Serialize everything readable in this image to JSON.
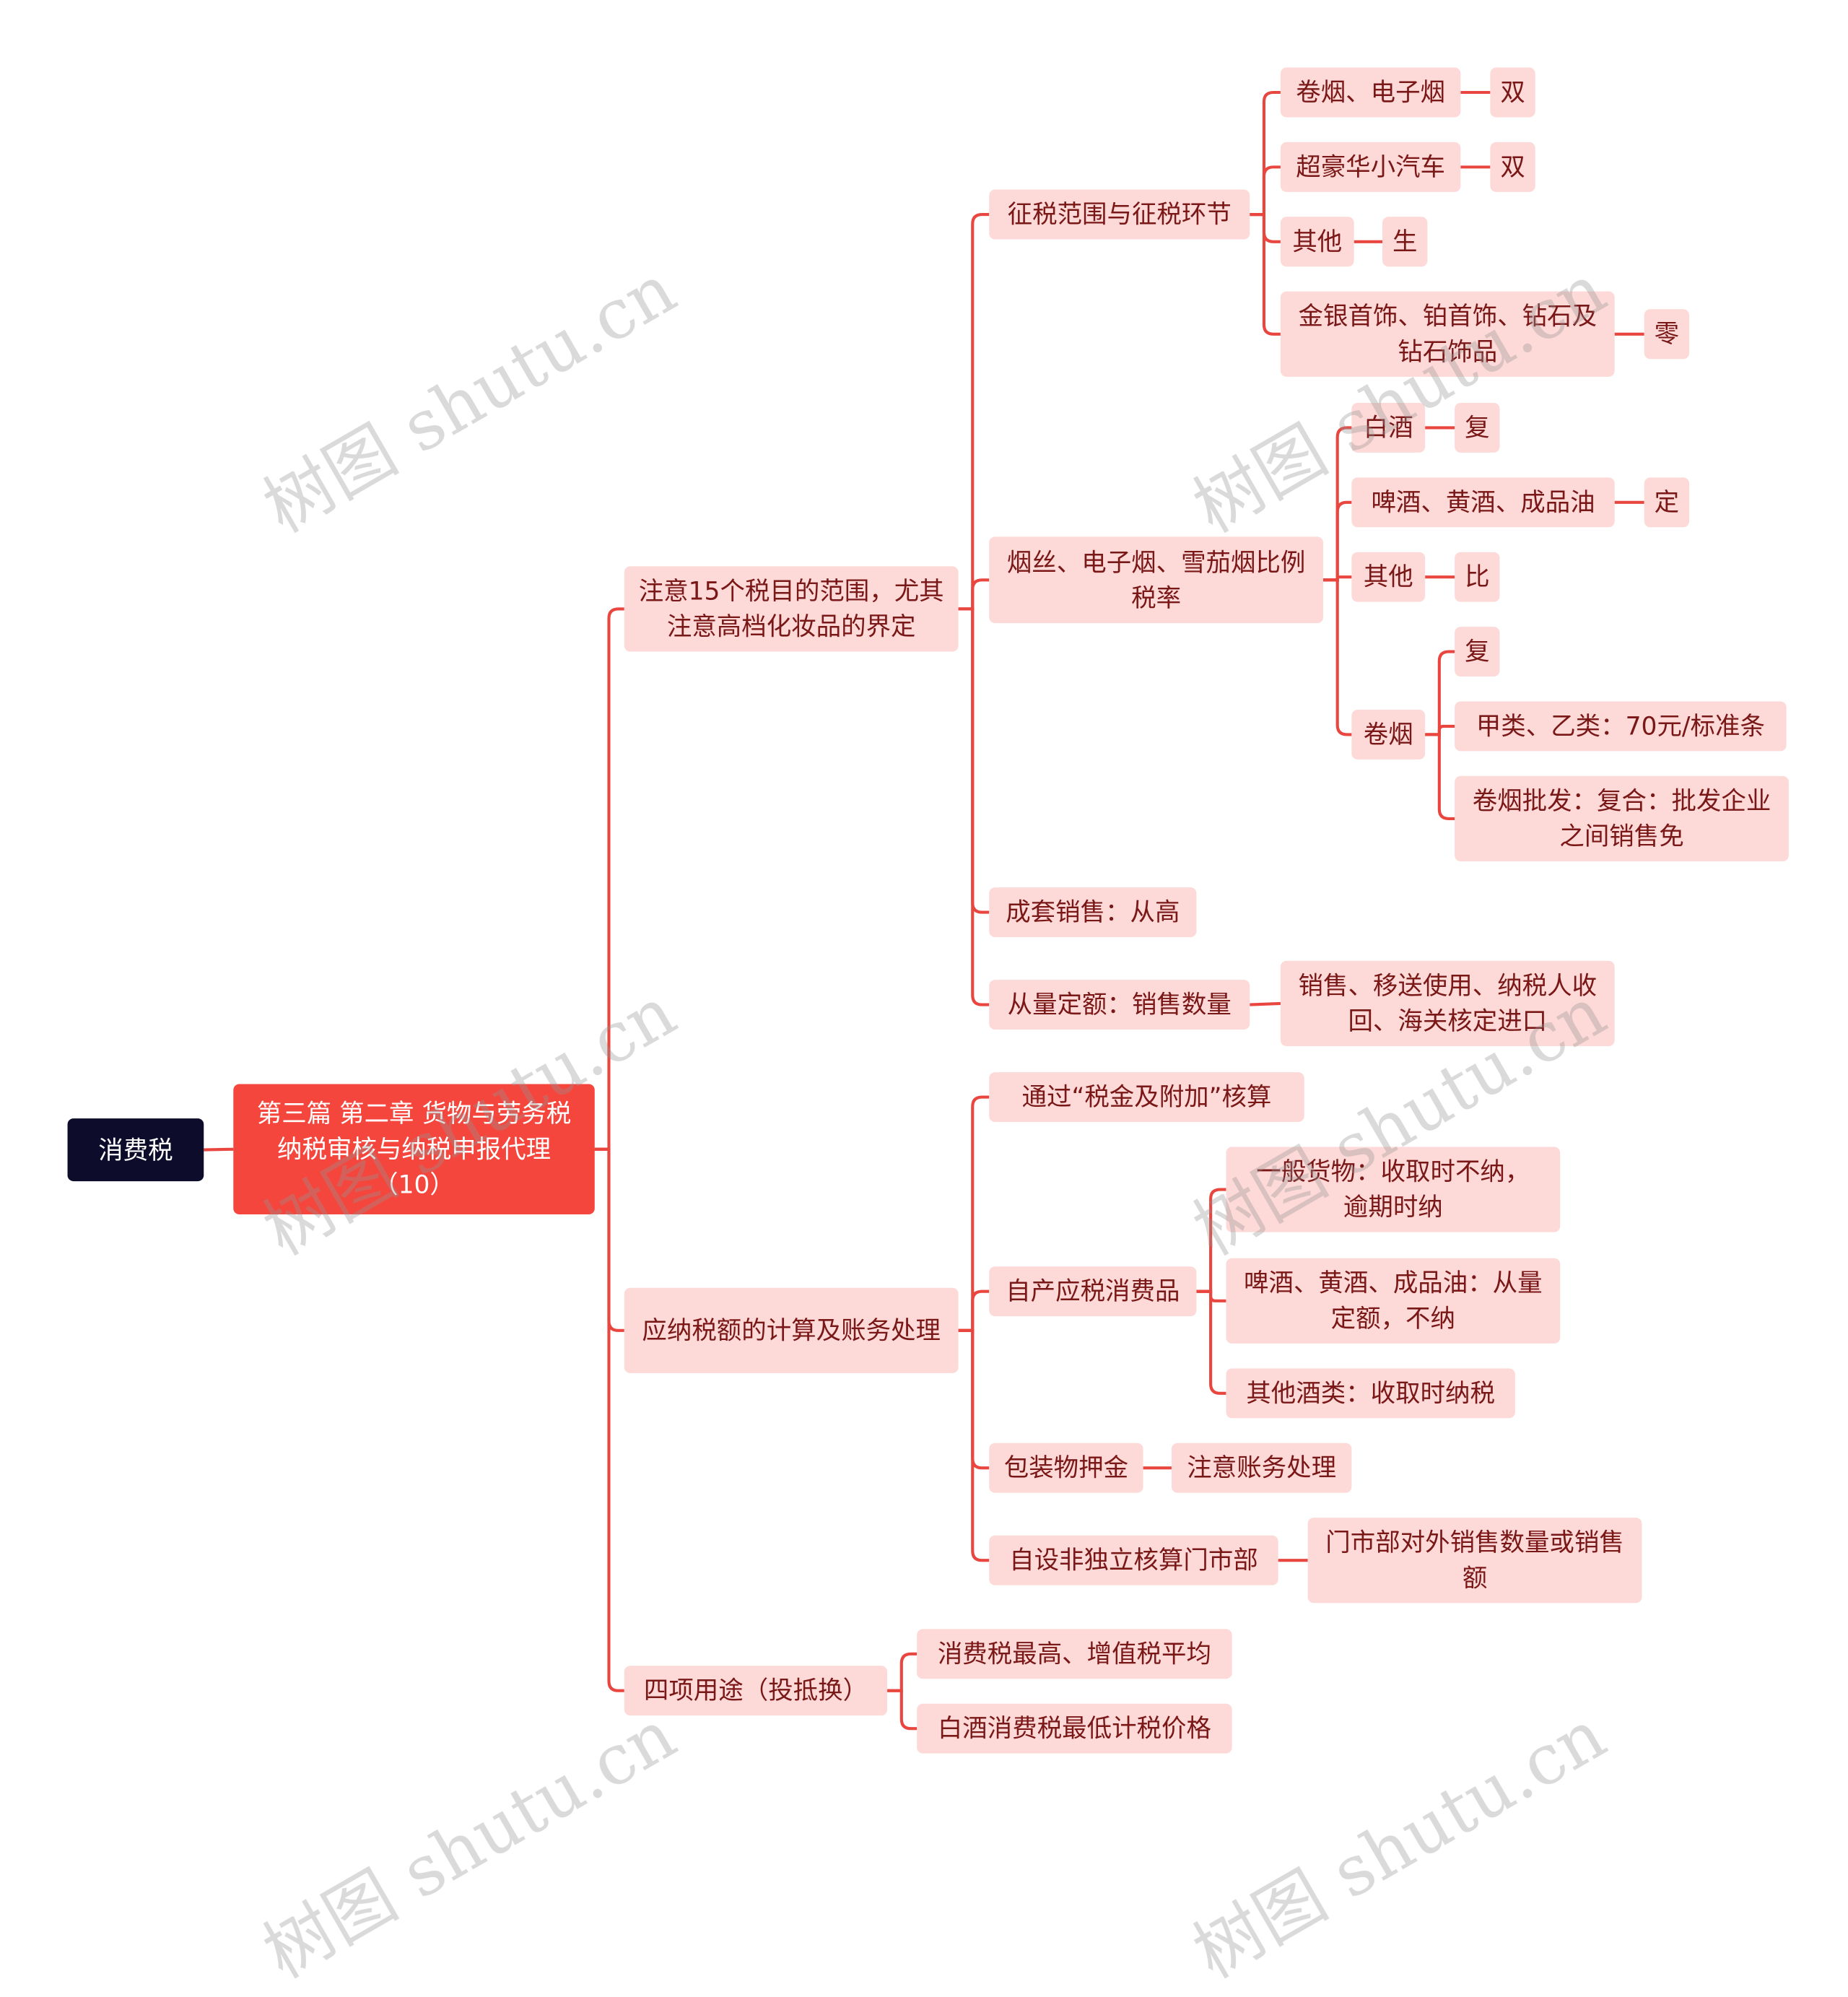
{
  "root": "消费税",
  "l1": "第三篇 第二章 货物与劳务税纳税审核与纳税申报代理（10）",
  "a": "注意15个税目的范围，尤其注意高档化妆品的界定",
  "a1": "征税范围与征税环节",
  "a1_1": "卷烟、电子烟",
  "a1_1v": "双",
  "a1_2": "超豪华小汽车",
  "a1_2v": "双",
  "a1_3": "其他",
  "a1_3v": "生",
  "a1_4": "金银首饰、铂首饰、钻石及钻石饰品",
  "a1_4v": "零",
  "a2": "烟丝、电子烟、雪茄烟比例税率",
  "a2_1": "白酒",
  "a2_1v": "复",
  "a2_2": "啤酒、黄酒、成品油",
  "a2_2v": "定",
  "a2_3": "其他",
  "a2_3v": "比",
  "a2_4": "卷烟",
  "a2_4a": "复",
  "a2_4b": "甲类、乙类：70元/标准条",
  "a2_4c": "卷烟批发：复合：批发企业之间销售免",
  "a3": "成套销售：从高",
  "a4": "从量定额：销售数量",
  "a4v": "销售、移送使用、纳税人收回、海关核定进口",
  "b": "应纳税额的计算及账务处理",
  "b1": "通过“税金及附加”核算",
  "b2": "自产应税消费品",
  "b2a": "一般货物：收取时不纳，逾期时纳",
  "b2b": "啤酒、黄酒、成品油：从量定额，不纳",
  "b2c": "其他酒类：收取时纳税",
  "b3": "包装物押金",
  "b3v": "注意账务处理",
  "b4": "自设非独立核算门市部",
  "b4v": "门市部对外销售数量或销售额",
  "c": "四项用途（投抵换）",
  "c1": "消费税最高、增值税平均",
  "c2": "白酒消费税最低计税价格",
  "watermark": "树图 shutu.cn",
  "colors": {
    "line": "#e8463f",
    "node": "#fdd9d8",
    "root": "#0d0c2b",
    "l1": "#f5463d"
  }
}
